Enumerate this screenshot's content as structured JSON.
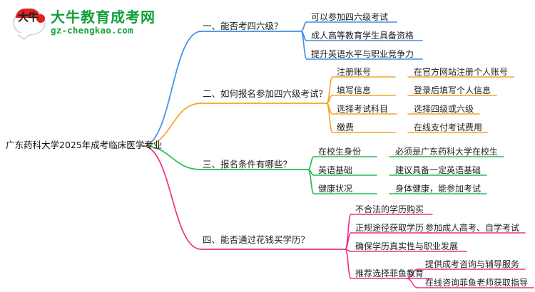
{
  "logo": {
    "mark_text": "大牛",
    "title": "大牛教育成考网",
    "url": "gz-chengkao.com",
    "brand_green": "#13a03c",
    "brand_red": "#e02020"
  },
  "mindmap": {
    "root": {
      "label": "广东药科大学2025年成考临床医学专业"
    },
    "branch_colors": [
      "#3d8fe0",
      "#f5a623",
      "#1fbd52",
      "#ee3087"
    ],
    "branches": [
      {
        "label": "一、能否考四六级？",
        "color": "#3d8fe0",
        "children": [
          {
            "label": "可以参加四六级考试",
            "children": []
          },
          {
            "label": "成人高等教育学生具备资格",
            "children": []
          },
          {
            "label": "提升英语水平与职业竞争力",
            "children": []
          }
        ]
      },
      {
        "label": "二、如何报名参加四六级考试？",
        "color": "#f5a623",
        "children": [
          {
            "label": "注册账号",
            "children": [
              {
                "label": "在官方网站注册个人账号"
              }
            ]
          },
          {
            "label": "填写信息",
            "children": [
              {
                "label": "登录后填写个人信息"
              }
            ]
          },
          {
            "label": "选择考试科目",
            "children": [
              {
                "label": "选择四级或六级"
              }
            ]
          },
          {
            "label": "缴费",
            "children": [
              {
                "label": "在线支付考试费用"
              }
            ]
          }
        ]
      },
      {
        "label": "三、报名条件有哪些？",
        "color": "#1fbd52",
        "children": [
          {
            "label": "在校生身份",
            "children": [
              {
                "label": "必须是广东药科大学在校生"
              }
            ]
          },
          {
            "label": "英语基础",
            "children": [
              {
                "label": "建议具备一定英语基础"
              }
            ]
          },
          {
            "label": "健康状况",
            "children": [
              {
                "label": "身体健康，能参加考试"
              }
            ]
          }
        ]
      },
      {
        "label": "四、能否通过花钱买学历？",
        "color": "#ee3087",
        "children": [
          {
            "label": "不合法的学历购买",
            "children": []
          },
          {
            "label": "正规途径获取学历",
            "children": [
              {
                "label": "参加成人高考、自学考试"
              }
            ]
          },
          {
            "label": "确保学历真实性与职业发展",
            "children": []
          },
          {
            "label": "推荐选择菲鱼教育",
            "children": [
              {
                "label": "提供成考咨询与辅导服务"
              },
              {
                "label": "在线咨询菲鱼老师获取指导"
              }
            ]
          }
        ]
      }
    ]
  }
}
